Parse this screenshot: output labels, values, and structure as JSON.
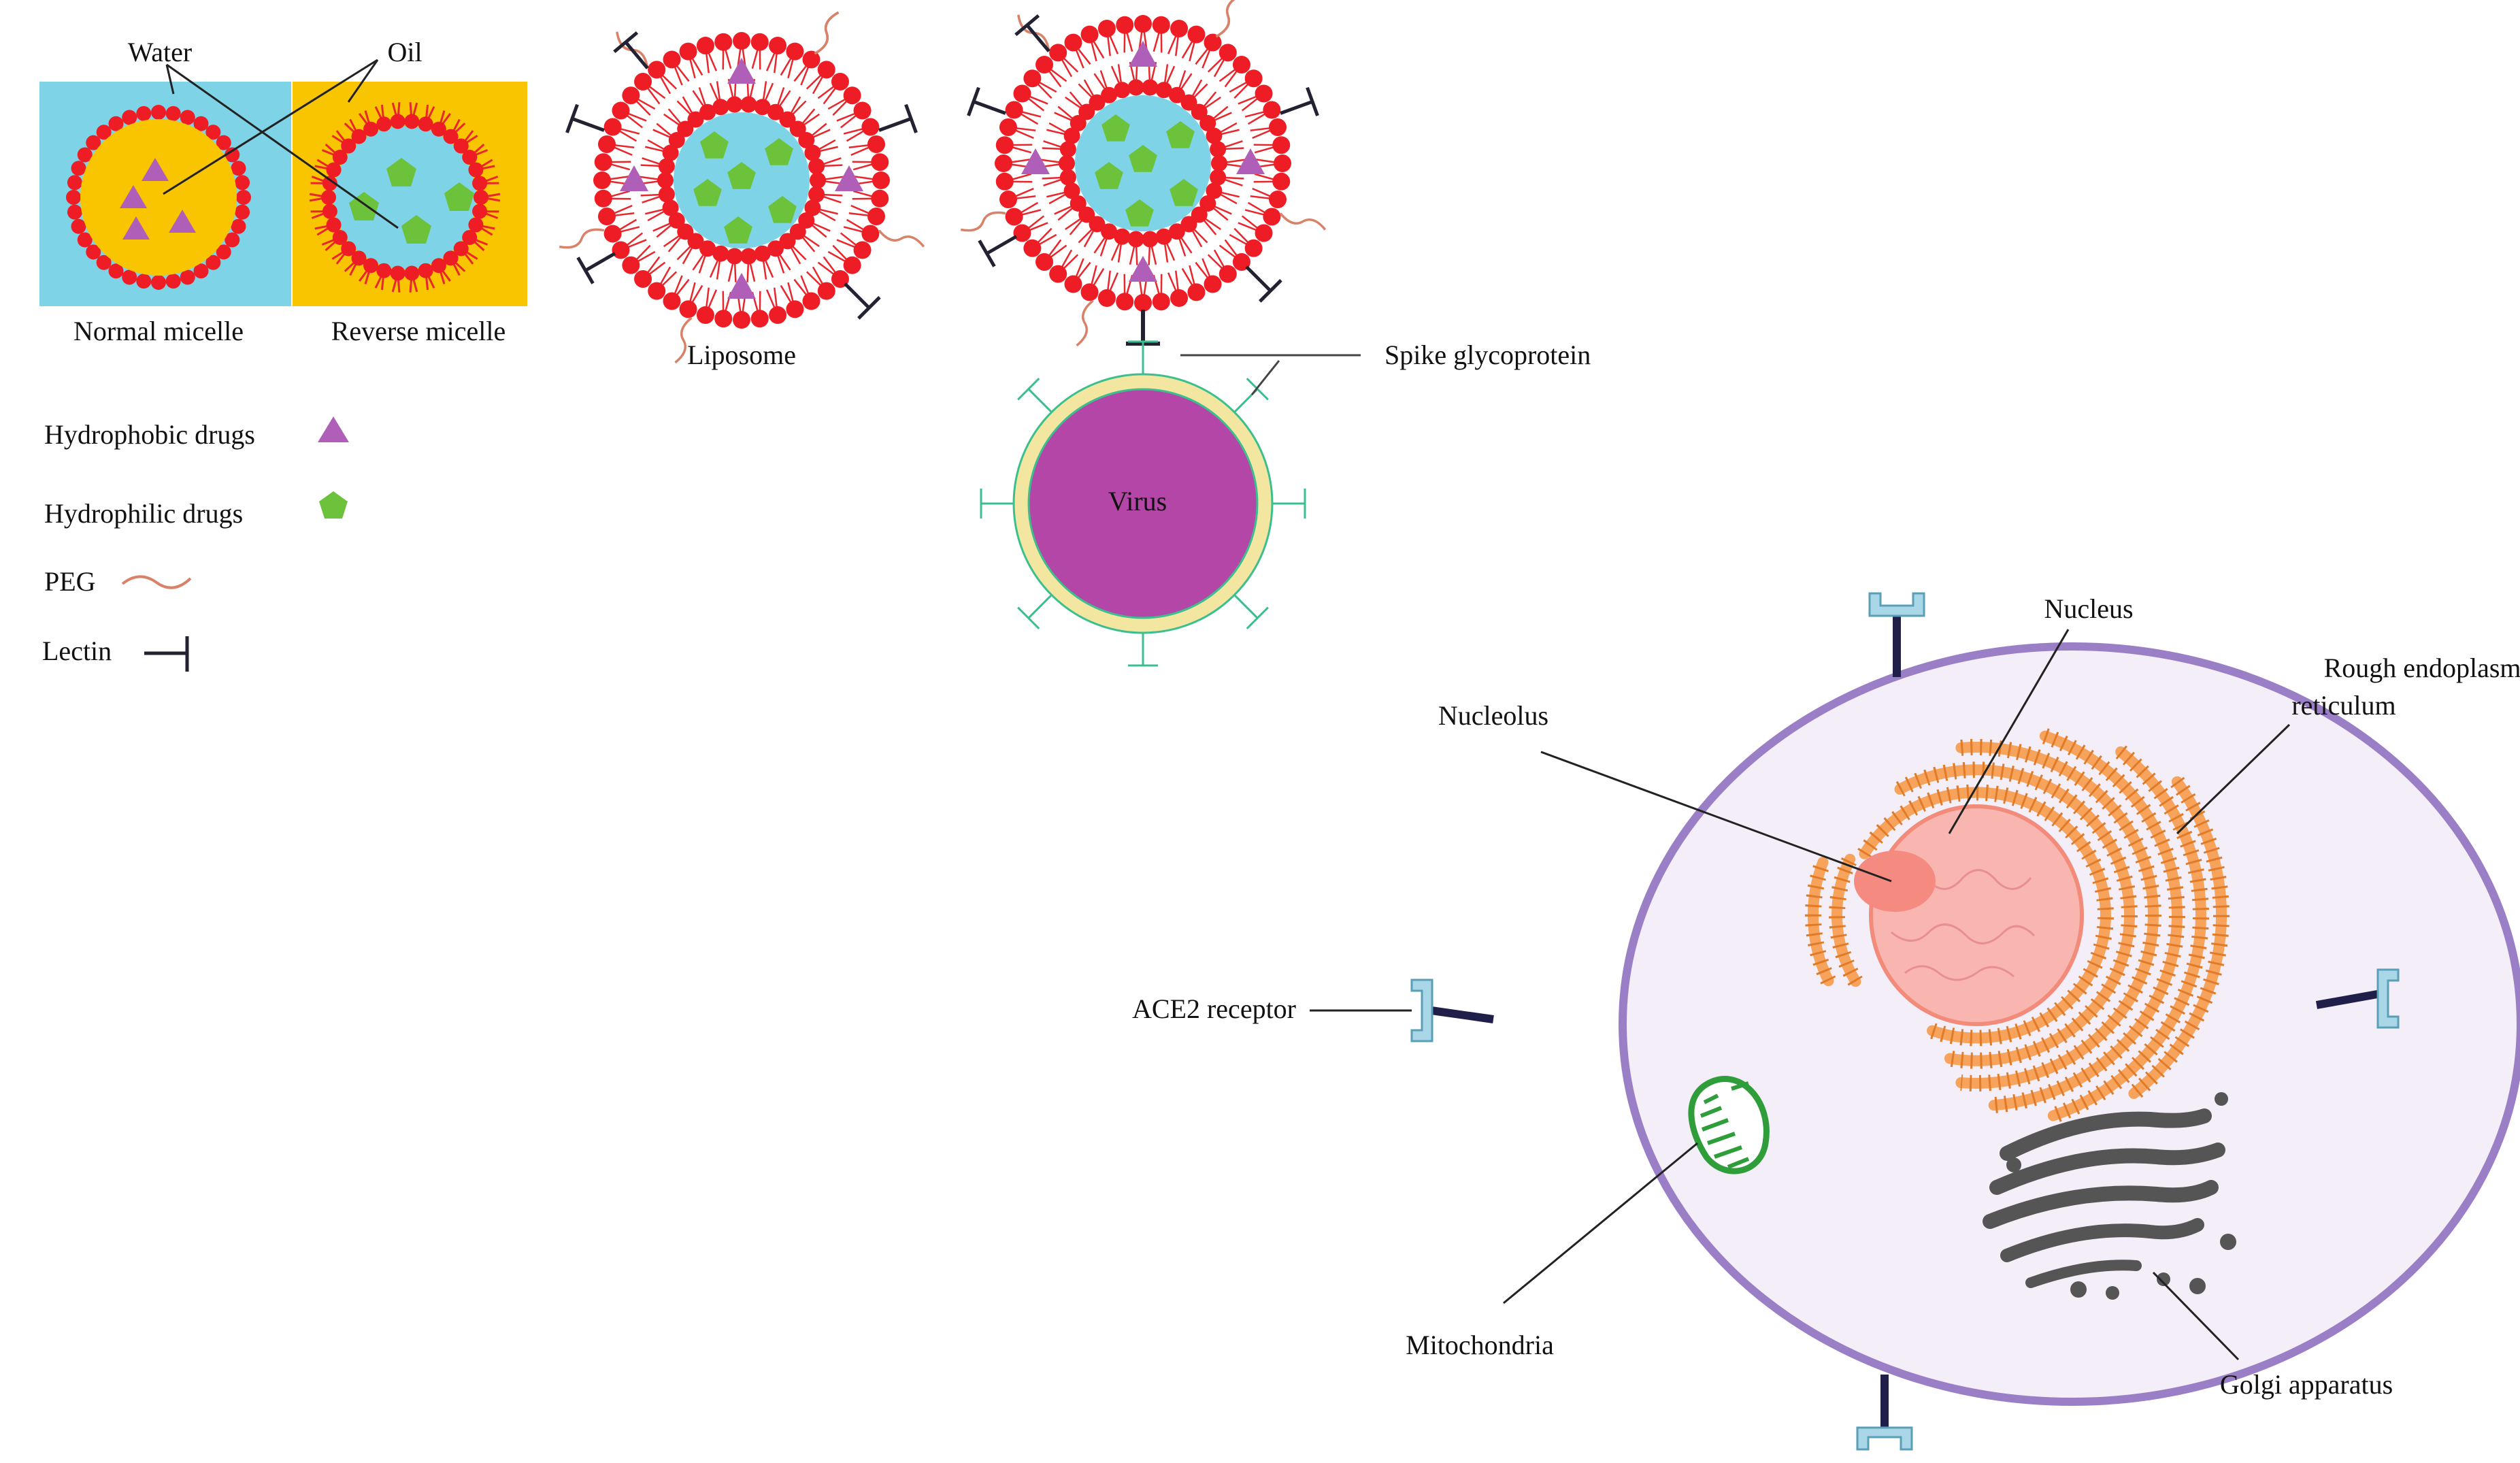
{
  "labels": {
    "water": "Water",
    "oil": "Oil",
    "normal_micelle": "Normal micelle",
    "reverse_micelle": "Reverse micelle",
    "liposome": "Liposome",
    "spike_glycoprotein": "Spike glycoprotein",
    "virus": "Virus",
    "nucleus": "Nucleus",
    "rough_er_line1": "Rough endoplasmic",
    "rough_er_line2": "reticulum",
    "nucleolus": "Nucleolus",
    "ace2_receptor": "ACE2 receptor",
    "mitochondria": "Mitochondria",
    "golgi_apparatus": "Golgi apparatus"
  },
  "legend": {
    "hydrophobic": "Hydrophobic drugs",
    "hydrophilic": "Hydrophilic drugs",
    "peg": "PEG",
    "lectin": "Lectin"
  },
  "colors": {
    "water": "#7fd3e6",
    "oil": "#f9c400",
    "lipid_head": "#ee1c24",
    "hydrophobic_drug": "#b05fb8",
    "hydrophilic_drug": "#6cc23a",
    "peg": "#d9826a",
    "lectin": "#222233",
    "virus": "#b346a6",
    "virus_coat": "#f3e6a0",
    "spike": "#3bbf8f",
    "cell_fill": "#f3eef8",
    "cell_membrane": "#9b7fc6",
    "nucleus": "#f9b6b0",
    "nucleolus": "#f58a80",
    "rough_er": "#f7a35c",
    "mitochondria": "#2f9e3a",
    "golgi": "#555555",
    "ace2": "#a9d7e8"
  }
}
